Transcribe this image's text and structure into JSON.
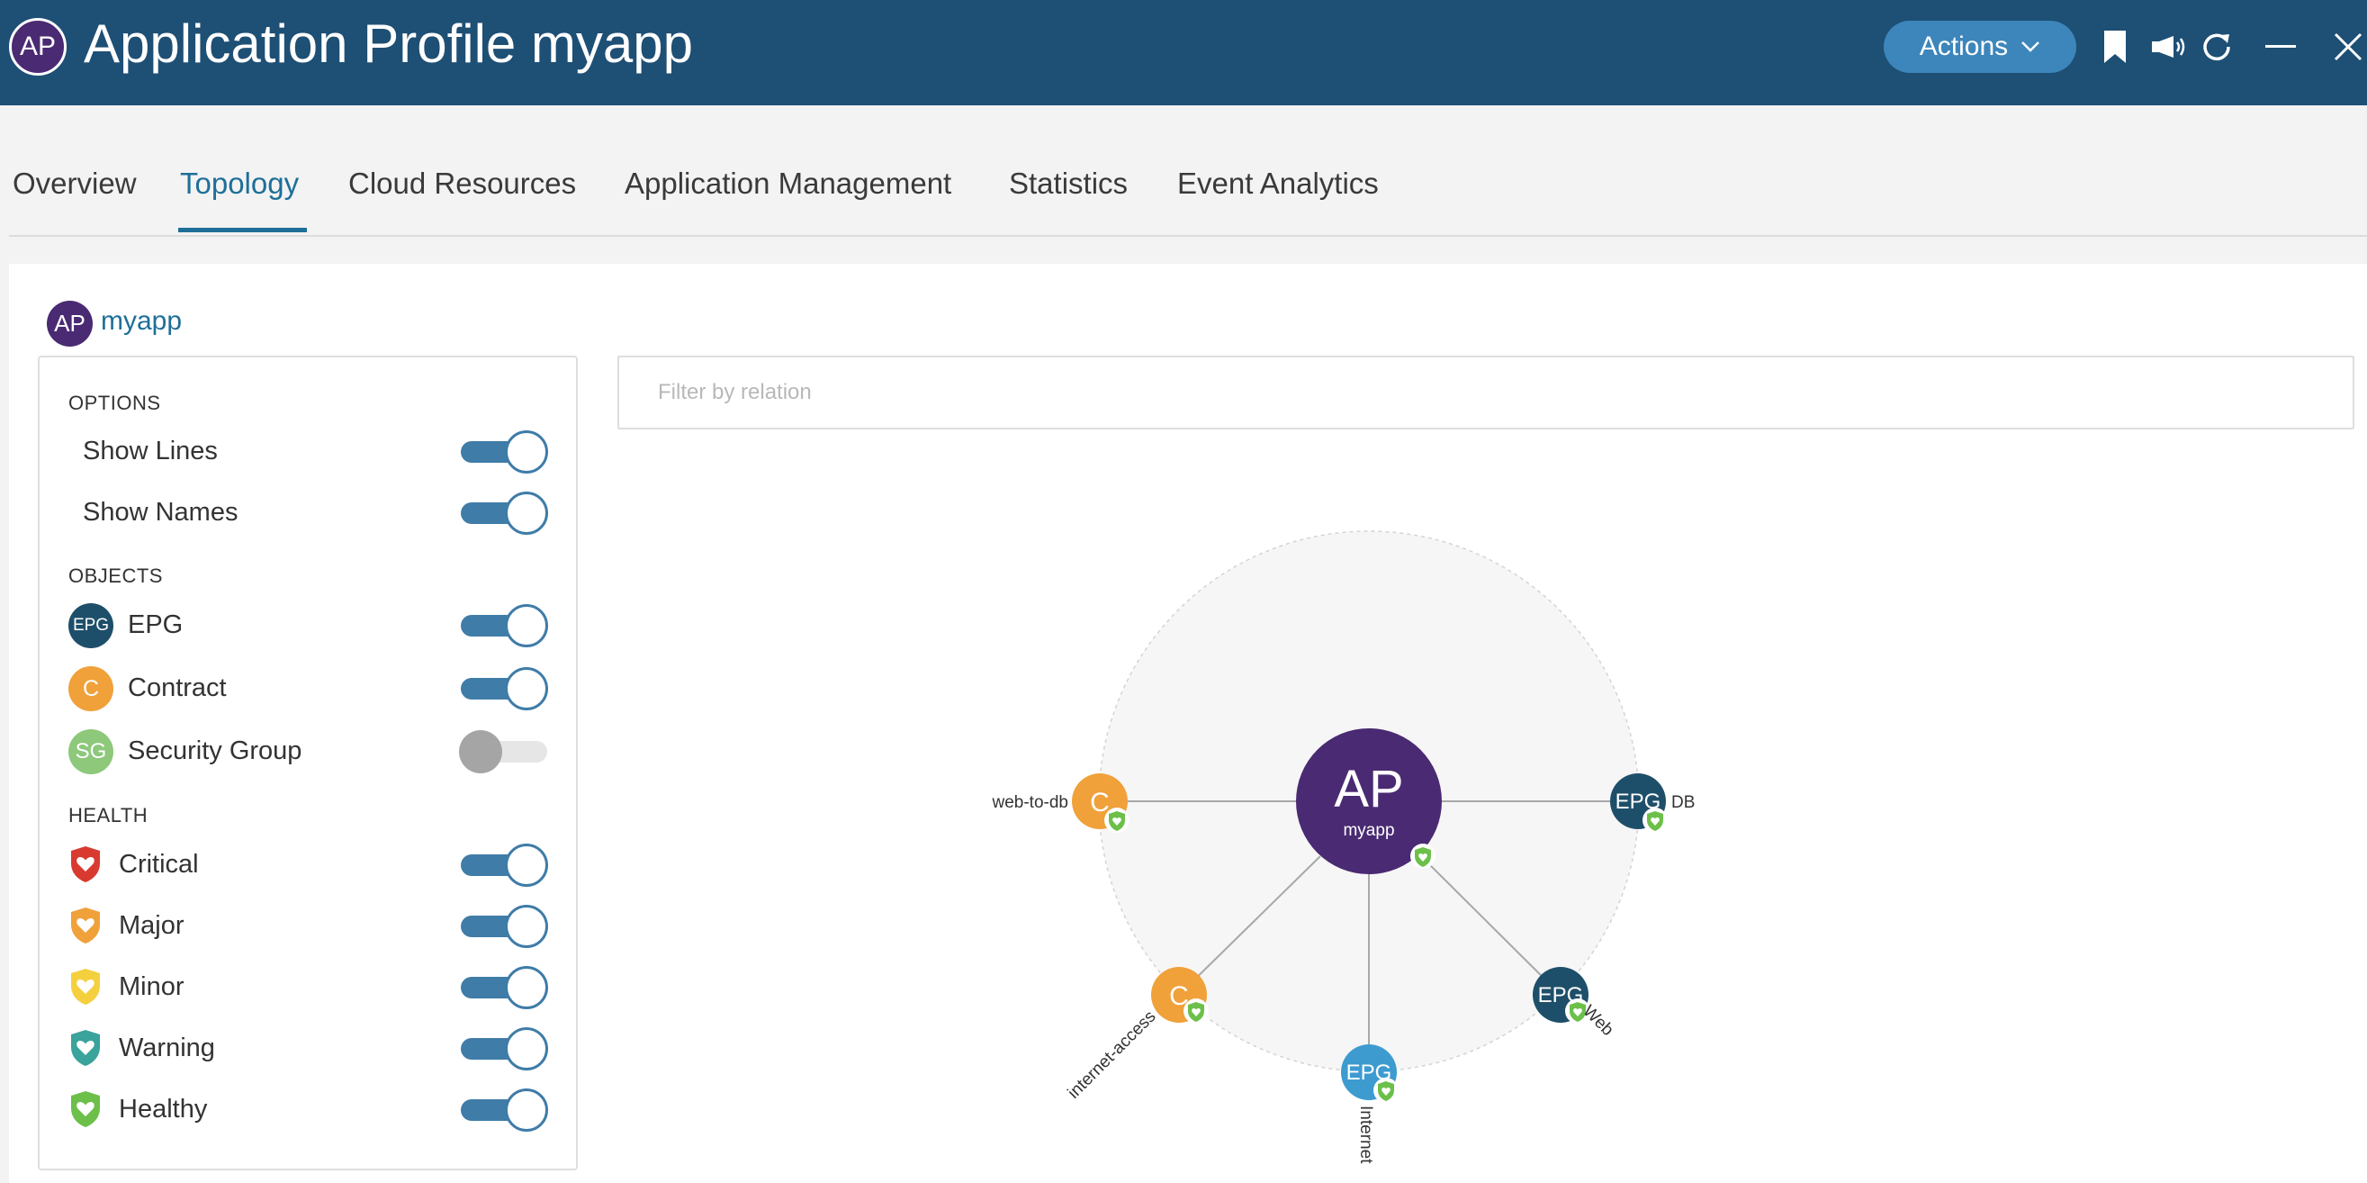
{
  "header": {
    "avatar": "AP",
    "title": "Application Profile myapp",
    "actions_label": "Actions",
    "icons": [
      "bookmark-icon",
      "megaphone-icon",
      "refresh-icon",
      "minimize-icon",
      "close-icon"
    ],
    "background_color": "#1e4f75"
  },
  "tabs": [
    {
      "label": "Overview",
      "active": false
    },
    {
      "label": "Topology",
      "active": true
    },
    {
      "label": "Cloud Resources",
      "active": false
    },
    {
      "label": "Application Management",
      "active": false
    },
    {
      "label": "Statistics",
      "active": false
    },
    {
      "label": "Event Analytics",
      "active": false
    }
  ],
  "breadcrumb": {
    "avatar": "AP",
    "name": "myapp"
  },
  "options": {
    "title": "OPTIONS",
    "items": [
      {
        "label": "Show Lines",
        "on": true
      },
      {
        "label": "Show Names",
        "on": true
      }
    ]
  },
  "objects": {
    "title": "OBJECTS",
    "items": [
      {
        "icon": "EPG",
        "label": "EPG",
        "on": true,
        "color": "#1e4f6a"
      },
      {
        "icon": "C",
        "label": "Contract",
        "on": true,
        "color": "#f0a13a"
      },
      {
        "icon": "SG",
        "label": "Security Group",
        "on": false,
        "color": "#8dc87b"
      }
    ]
  },
  "health": {
    "title": "HEALTH",
    "items": [
      {
        "label": "Critical",
        "on": true,
        "color": "#d93a2f"
      },
      {
        "label": "Major",
        "on": true,
        "color": "#f0a13a"
      },
      {
        "label": "Minor",
        "on": true,
        "color": "#f4d03f"
      },
      {
        "label": "Warning",
        "on": true,
        "color": "#3aa39b"
      },
      {
        "label": "Healthy",
        "on": true,
        "color": "#6cc04a"
      }
    ]
  },
  "filter": {
    "placeholder": "Filter by relation"
  },
  "topology": {
    "center": {
      "type": "AP",
      "label": "myapp",
      "color": "#4a2a72"
    },
    "nodes": [
      {
        "type": "C",
        "name": "web-to-db",
        "color": "#f0a13a"
      },
      {
        "type": "EPG",
        "name": "DB",
        "color": "#1e4f6a"
      },
      {
        "type": "C",
        "name": "internet-access",
        "color": "#f0a13a"
      },
      {
        "type": "EPG",
        "name": "Internet",
        "color": "#3d9bd0"
      },
      {
        "type": "EPG",
        "name": "Web",
        "color": "#1e4f6a"
      }
    ],
    "health_color": "#6cc04a"
  }
}
